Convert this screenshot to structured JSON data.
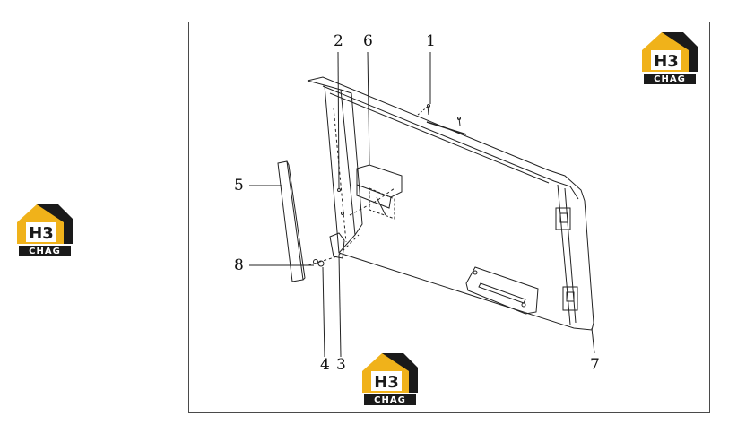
{
  "callouts": {
    "n1": "1",
    "n2": "2",
    "n3": "3",
    "n4": "4",
    "n5": "5",
    "n6": "6",
    "n7": "7",
    "n8": "8"
  },
  "logo": {
    "mark_text": "H3",
    "label_text": "CHAG",
    "colors": {
      "accent": "#f0b21a",
      "dark": "#1a1a1a",
      "light": "#ffffff"
    }
  },
  "colors": {
    "line": "#222222",
    "frame": "#4a4a4a",
    "background": "#ffffff"
  }
}
